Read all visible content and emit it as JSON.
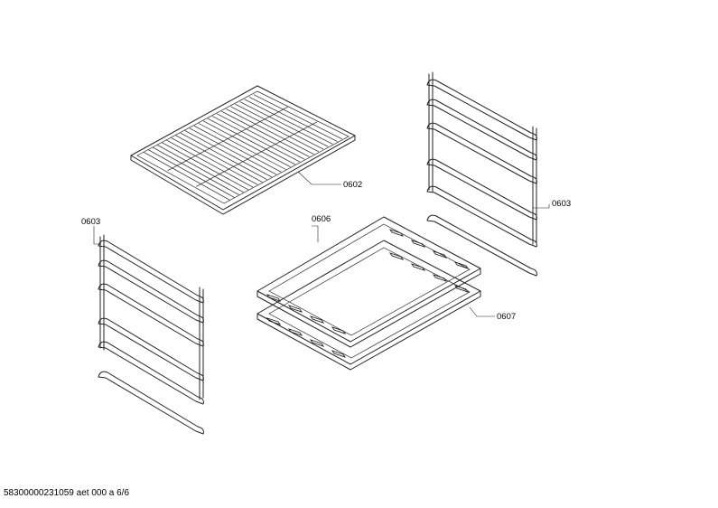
{
  "parts": [
    {
      "id": "grid",
      "name": "wire-grid-shelf",
      "label": "0602"
    },
    {
      "id": "rail_left",
      "name": "shelf-support-rail-left",
      "label": "0603"
    },
    {
      "id": "rail_right",
      "name": "shelf-support-rail-right",
      "label": "0603"
    },
    {
      "id": "tray_top",
      "name": "baking-tray",
      "label": "0606"
    },
    {
      "id": "tray_bottom",
      "name": "universal-pan",
      "label": "0607"
    }
  ],
  "footer": "58300000231059 aet 000 a 6/6"
}
